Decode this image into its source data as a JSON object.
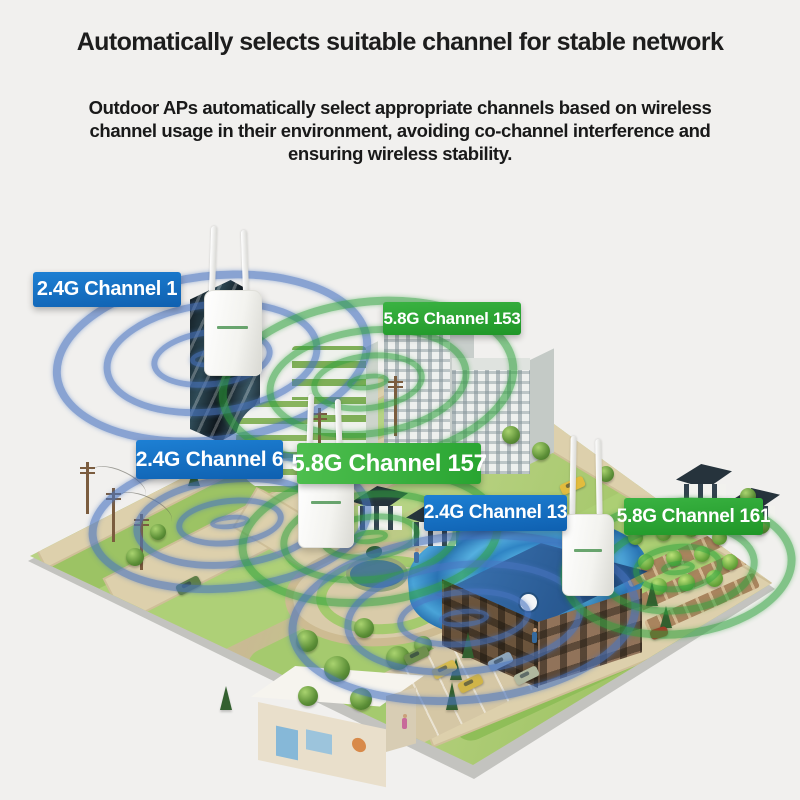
{
  "page": {
    "background": "#f1f0ee"
  },
  "header": {
    "title": "Automatically selects suitable channel for stable network",
    "description": "Outdoor APs automatically select appropriate channels based on wireless channel usage in their environment, avoiding co-channel interference and ensuring wireless stability."
  },
  "channel_labels": [
    {
      "text": "2.4G Channel 1",
      "band": "2.4G",
      "channel": 1,
      "color": "#1470c8"
    },
    {
      "text": "5.8G Channel 153",
      "band": "5.8G",
      "channel": 153,
      "color": "#2fa838"
    },
    {
      "text": "2.4G Channel 6",
      "band": "2.4G",
      "channel": 6,
      "color": "#1470c8"
    },
    {
      "text": "5.8G Channel 157",
      "band": "5.8G",
      "channel": 157,
      "color": "#2fa838"
    },
    {
      "text": "2.4G Channel 13",
      "band": "2.4G",
      "channel": 13,
      "color": "#1470c8"
    },
    {
      "text": "5.8G Channel 161",
      "band": "5.8G",
      "channel": 161,
      "color": "#2fa838"
    }
  ],
  "scene": {
    "access_point_count": 3,
    "ripple_blue": "#4874c0",
    "ripple_green": "#30a23e"
  }
}
